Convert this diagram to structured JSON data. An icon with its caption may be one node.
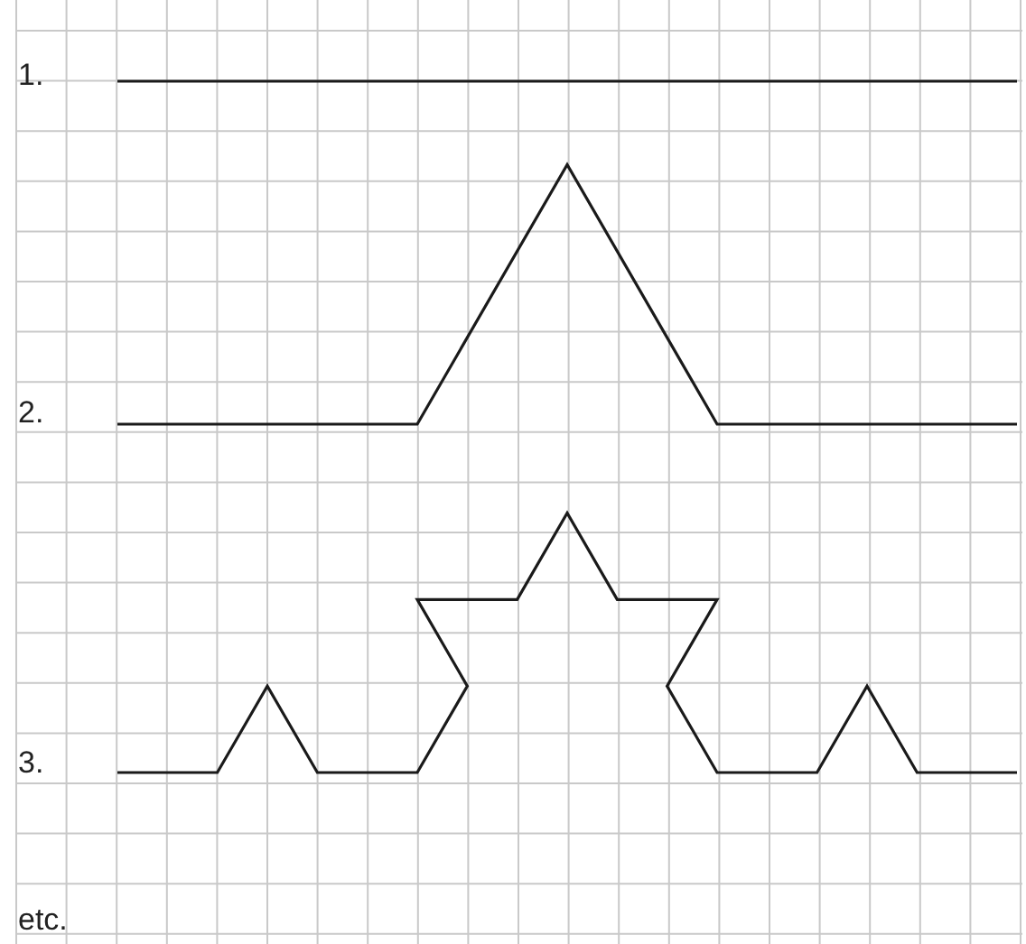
{
  "diagram": {
    "labels": [
      "1.",
      "2.",
      "3.",
      "etc."
    ]
  }
}
